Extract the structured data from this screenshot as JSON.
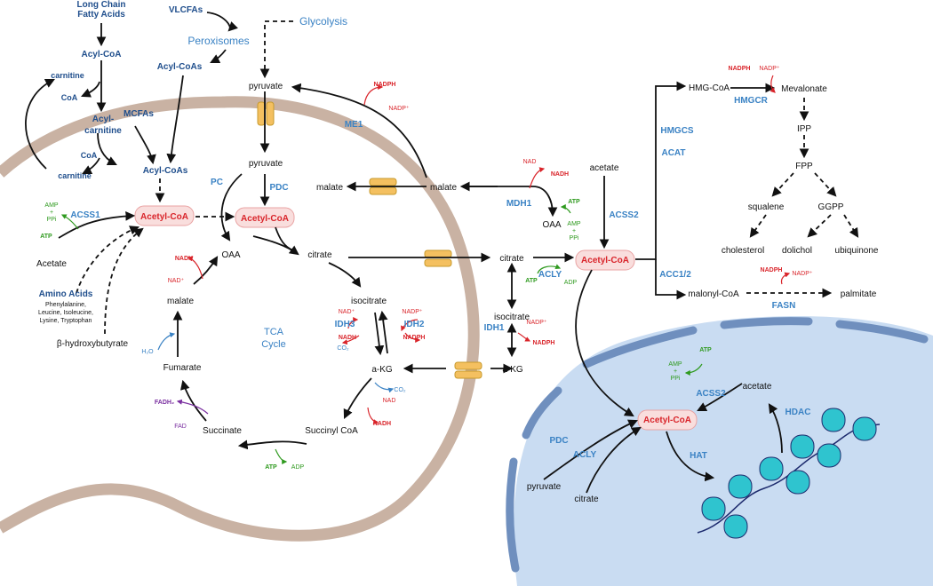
{
  "colors": {
    "mito_membrane": "#c9b2a3",
    "nucleus_fill": "#c9dcf2",
    "nuclear_pore": "#6f8fbe",
    "transporter": "#f4c060",
    "acetylcoa_box": "#f9dedd",
    "acetylcoa_text": "#d9242a",
    "enzyme_blue": "#3a82c4",
    "navy_label": "#1f4e8c",
    "cofactor_red": "#d9242a",
    "cofactor_green": "#2f9a1f",
    "nucleosome": "#2fc4cf"
  },
  "top_left": {
    "long_chain": "Long Chain",
    "fatty_acids": "Fatty Acids",
    "acyl_coa": "Acyl-CoA",
    "carnitine_top": "carnitine",
    "coa_top": "CoA",
    "acyl": "Acyl-",
    "carnitine_mid": "carnitine",
    "coa_bottom": "CoA",
    "carnitine_bottom": "carnitine",
    "mcfas": "MCFAs",
    "vlcfas": "VLCFAs",
    "peroxisomes": "Peroxisomes",
    "acyl_coas_perox": "Acyl-CoAs",
    "acyl_coas_mito": "Acyl-CoAs",
    "glycolysis": "Glycolysis"
  },
  "left_inputs": {
    "amp": "AMP",
    "plus": "+",
    "ppi": "PPi",
    "acss1": "ACSS1",
    "atp": "ATP",
    "acetate": "Acetate",
    "amino_acids": "Amino Acids",
    "aa_line1": "Phenylalanine,",
    "aa_line2": "Leucine, Isoleucine,",
    "aa_line3": "Lysine, Tryptophan",
    "bhb": "β-hydroxybutyrate"
  },
  "mito": {
    "pyruvate_out": "pyruvate",
    "pyruvate_in": "pyruvate",
    "me1": "ME1",
    "nadph": "NADPH",
    "nadp": "NADP⁺",
    "pc": "PC",
    "pdc": "PDC",
    "acetyl_coa_1": "Acetyl-CoA",
    "acetyl_coa_2": "Acetyl-CoA",
    "oaa": "OAA",
    "citrate": "citrate",
    "malate_in": "malate",
    "malate_out": "malate",
    "malate_tca": "malate",
    "nadh_malate": "NADH",
    "nad_malate": "NAD⁺",
    "isocitrate": "isocitrate",
    "nad_idh3": "NAD⁺",
    "nadh_idh3": "NADH",
    "co2_idh3": "CO₂",
    "idh3": "IDH3",
    "idh2": "IDH2",
    "nadp_idh2": "NADP⁺",
    "nadph_idh2": "NADPH",
    "tca_line1": "TCA",
    "tca_line2": "Cycle",
    "h2o": "H₂O",
    "fumarate": "Fumarate",
    "fadh2": "FADH₂",
    "fad": "FAD",
    "succinate": "Succinate",
    "akg": "a-KG",
    "co2_akg": "CO₂",
    "nad_akg": "NAD",
    "nadh_akg": "NADH",
    "succinyl_coa": "Succinyl CoA",
    "atp_succ": "ATP",
    "adp_succ": "ADP"
  },
  "cytosol": {
    "nad": "NAD",
    "nadh": "NADH",
    "mdh1": "MDH1",
    "atp_oaa": "ATP",
    "amp_oaa": "AMP",
    "plus": "+",
    "ppi_oaa": "PPi",
    "oaa": "OAA",
    "acetate": "acetate",
    "acss2": "ACSS2",
    "citrate": "citrate",
    "acly": "ACLY",
    "atp_acly": "ATP",
    "adp_acly": "ADP",
    "acetyl_coa": "Acetyl-CoA",
    "isocitrate": "isocitrate",
    "idh1": "IDH1",
    "nadp_idh1": "NADP⁺",
    "nadph_idh1": "NADPH",
    "akg": "a-KG"
  },
  "sterol": {
    "nadph": "NADPH",
    "nadp": "NADP⁺",
    "hmg_coa": "HMG-CoA",
    "mevalonate": "Mevalonate",
    "hmgcr": "HMGCR",
    "hmgcs": "HMGCS",
    "acat": "ACAT",
    "ipp": "IPP",
    "fpp": "FPP",
    "squalene": "squalene",
    "ggpp": "GGPP",
    "cholesterol": "cholesterol",
    "dolichol": "dolichol",
    "ubiquinone": "ubiquinone",
    "acc12": "ACC1/2",
    "nadph_fasn": "NADPH",
    "nadp_fasn": "NADP⁺",
    "malonyl_coa": "malonyl-CoA",
    "palmitate": "palmitate",
    "fasn": "FASN"
  },
  "nucleus": {
    "atp": "ATP",
    "amp": "AMP",
    "plus": "+",
    "ppi": "PPi",
    "acss2": "ACSS2",
    "acetate": "acetate",
    "hdac": "HDAC",
    "pdc": "PDC",
    "acly": "ACLY",
    "acetyl_coa": "Acetyl-CoA",
    "hat": "HAT",
    "pyruvate": "pyruvate",
    "citrate": "citrate"
  }
}
